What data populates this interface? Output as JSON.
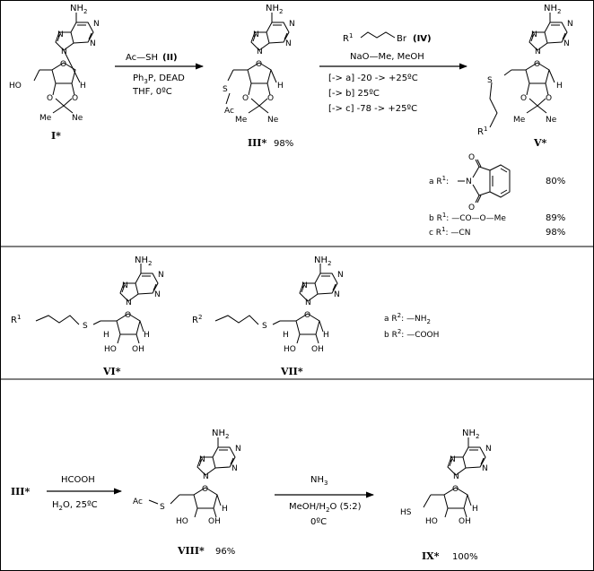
{
  "common": {
    "nh2": "NH",
    "nh2_sub": "2",
    "n": "N",
    "o": "O",
    "h": "H",
    "ho": "HO",
    "oh": "OH",
    "me": "Me",
    "ne": "Ne",
    "s": "S",
    "ac": "Ac",
    "star": "*"
  },
  "row1": {
    "compound_I": "I",
    "compound_I_side_label": "HO",
    "reagent_II": "Ac—SH",
    "reagent_II_id": "(II)",
    "cond1_a": "Ph",
    "cond1_a_sub": "3",
    "cond1_a_rest": "P, DEAD",
    "cond1_b": "THF, 0ºC",
    "compound_III": "III",
    "compound_III_yield": "98%",
    "reagent_IV_r": "R",
    "reagent_IV_sup": "1",
    "reagent_IV_br": "Br",
    "reagent_IV_id": "(IV)",
    "reagent_base": "NaO—Me, MeOH",
    "cond_a": "[-> a]  -20 -> +25ºC",
    "cond_b": "[-> b]  25ºC",
    "cond_c": "[-> c]  -78 -> +25ºC",
    "compound_V": "V",
    "compound_V_r": "R",
    "compound_V_sup": "1"
  },
  "substituents_V": {
    "a_label": "a R",
    "a_sup": "1",
    "a_yield": "80%",
    "b_label": "b R",
    "b_sup": "1",
    "b_group": ": —CO—O—Me",
    "b_yield": "89%",
    "c_label": "c R",
    "c_sup": "1",
    "c_group": ": —CN",
    "c_yield": "98%",
    "colon": ":"
  },
  "row2": {
    "compound_VI": "VI",
    "vi_r": "R",
    "vi_sup": "1",
    "compound_VII": "VII",
    "vii_r": "R",
    "vii_sup": "2",
    "r2_a_label": "a R",
    "r2_a_sup": "2",
    "r2_a_group": ": —NH",
    "r2_a_sub": "2",
    "r2_b_label": "b R",
    "r2_b_sup": "2",
    "r2_b_group": ": —COOH"
  },
  "row3": {
    "start": "III",
    "reagent1": "HCOOH",
    "cond1": "H",
    "cond1_sub": "2",
    "cond1_rest": "O, 25ºC",
    "compound_VIII": "VIII",
    "compound_VIII_yield": "96%",
    "reagent2": "NH",
    "reagent2_sub": "3",
    "cond2_a": "MeOH/H",
    "cond2_a_sub": "2",
    "cond2_a_rest": "O (5:2)",
    "cond2_b": "0ºC",
    "compound_IX": "IX",
    "compound_IX_yield": "100%",
    "hs": "HS"
  }
}
